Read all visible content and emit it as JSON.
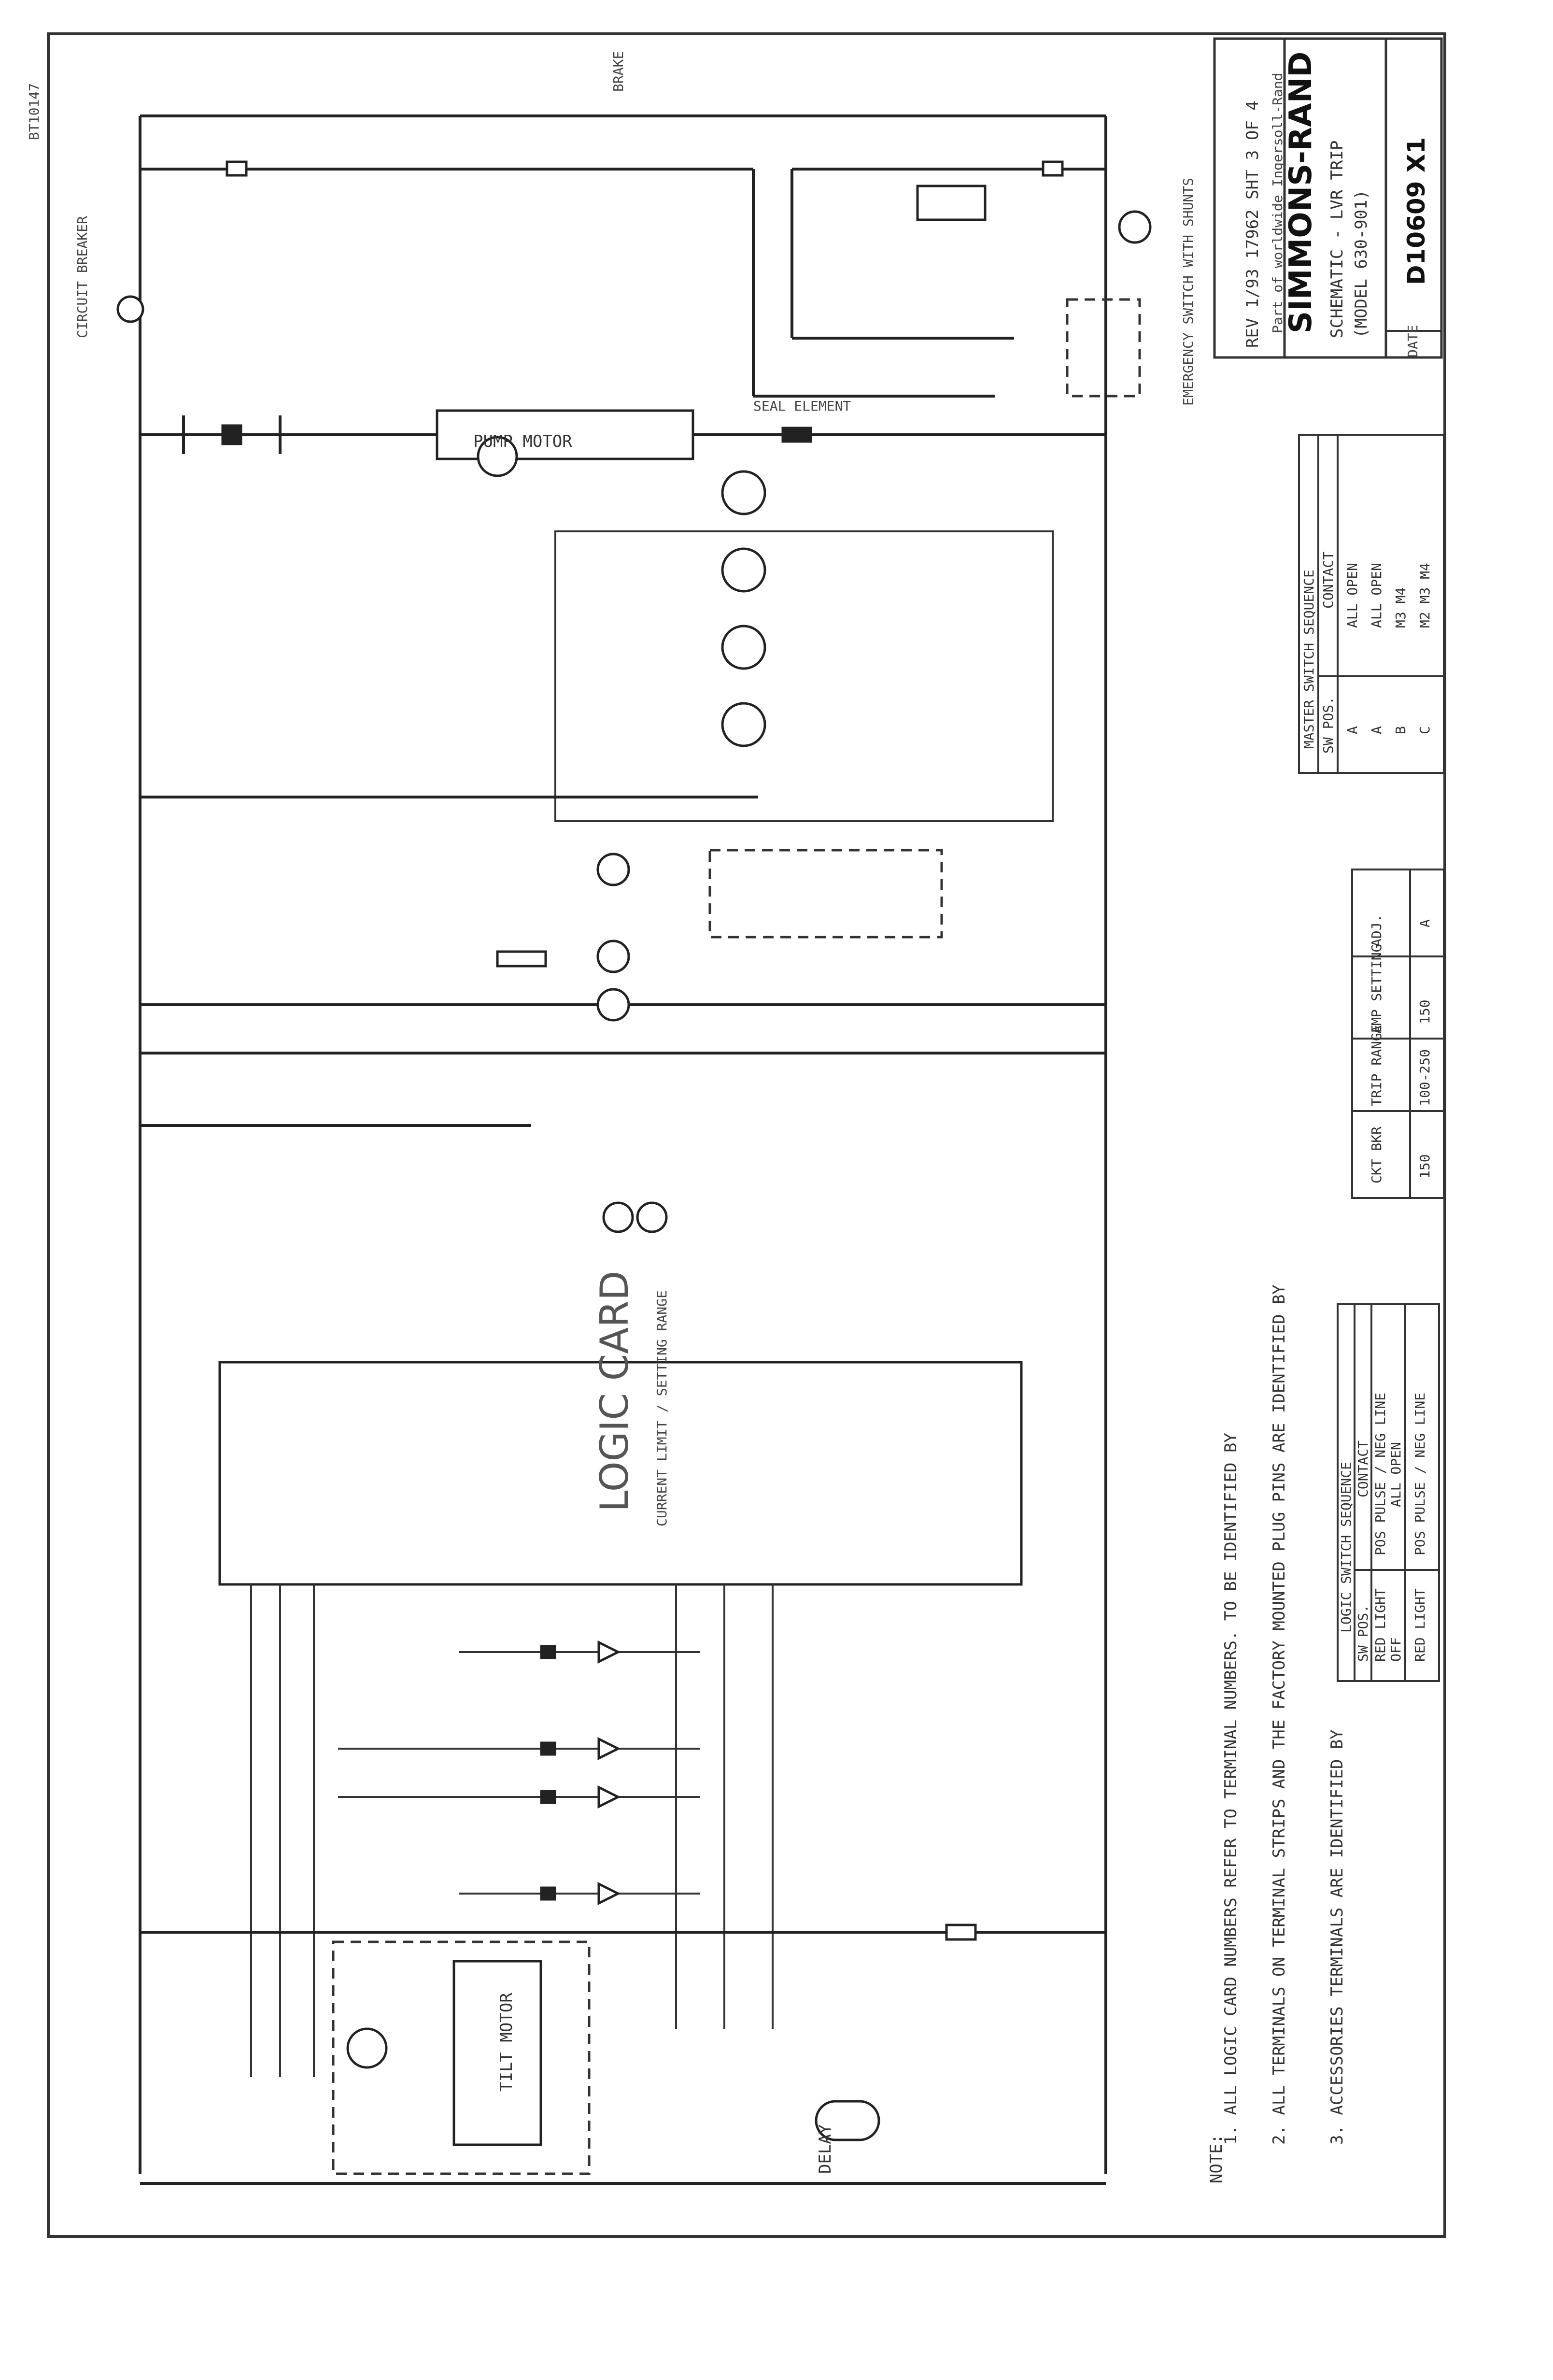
{
  "header": {
    "rev_line": "REV 1/93   17962   SHT 3 OF 4",
    "brand": "SIMMONS-RAND",
    "brand_sub": "Part of worldwide Ingersoll-Rand",
    "title_1": "SCHEMATIC - LVR TRIP",
    "title_2": "(MODEL 630-901)",
    "drawing_no": "D10609 X1",
    "date_label": "DATE"
  },
  "corner_mark": "BT10147",
  "circuit_labels": {
    "circuit_breaker": "CIRCUIT BREAKER",
    "pump_motor": "PUMP MOTOR",
    "seal_element": "SEAL ELEMENT",
    "logic_card": "LOGIC CARD",
    "logic_card_sub": "CURRENT LIMIT / SETTING RANGE",
    "tilt_motor": "TILT MOTOR",
    "delay": "DELAY",
    "emergency_switch": "EMERGENCY SWITCH WITH SHUNTS",
    "top_wire": "BRAKE"
  },
  "notes": [
    "1. ALL LOGIC CARD NUMBERS REFER TO TERMINAL NUMBERS. TO BE IDENTIFIED BY",
    "2. ALL TERMINALS ON TERMINAL STRIPS AND THE FACTORY MOUNTED PLUG PINS ARE IDENTIFIED BY",
    "3. ACCESSORIES TERMINALS ARE IDENTIFIED BY"
  ],
  "notes_label": "NOTE:",
  "logic_switch_table": {
    "title": "LOGIC SWITCH SEQUENCE",
    "headers": [
      "SW POS.",
      "CONTACT"
    ],
    "rows": [
      [
        "RED LIGHT",
        "POS PULSE / NEG LINE"
      ],
      [
        "OFF",
        "ALL OPEN"
      ],
      [
        "RED LIGHT",
        "POS PULSE / NEG LINE"
      ]
    ]
  },
  "trip_table": {
    "headers": [
      "CKT BKR",
      "TRIP RANGE",
      "AMP SETTING",
      "ADJ."
    ],
    "rows": [
      [
        "150",
        "100-250",
        "150",
        "A"
      ]
    ]
  },
  "master_switch_table": {
    "title": "MASTER SWITCH SEQUENCE",
    "headers": [
      "SW POS.",
      "CONTACT"
    ],
    "rows": [
      [
        "A",
        "ALL OPEN"
      ],
      [
        "A",
        "ALL OPEN"
      ],
      [
        "B",
        "M3 M4"
      ],
      [
        "C",
        "M2 M3 M4"
      ]
    ]
  }
}
